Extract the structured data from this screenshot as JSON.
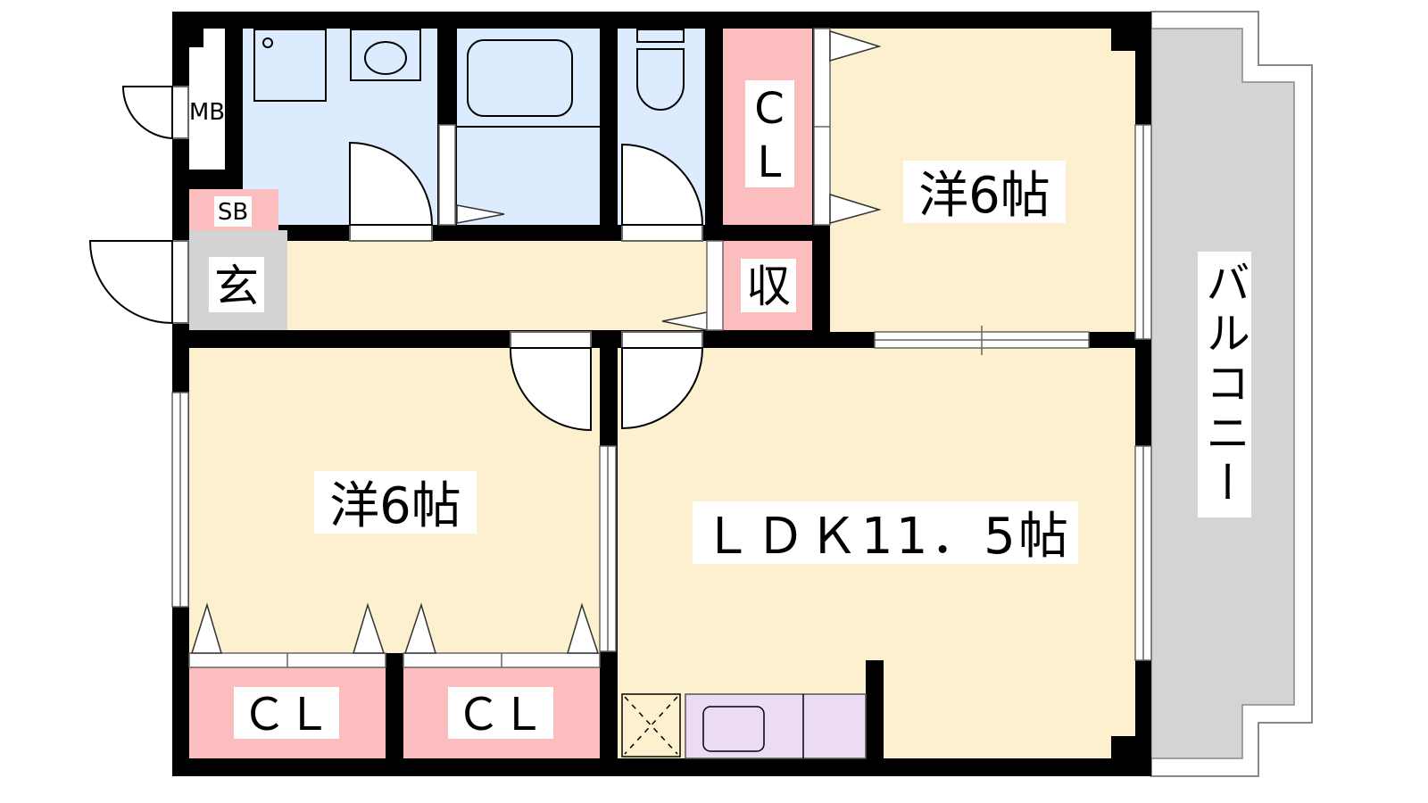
{
  "colors": {
    "wall": "#000000",
    "wet": "#dcebfd",
    "room": "#fdf0cf",
    "storage": "#fbbdbd",
    "entrance": "#d3d3d3",
    "kitchen": "#ebdcf3",
    "balcony": "#d4d4d4"
  },
  "labels": {
    "mb": "MB",
    "sb": "SB",
    "entrance": "玄",
    "storage": "収",
    "closet_top": "C",
    "closet_top2": "L",
    "bedroom_ne": "洋6帖",
    "bedroom_sw": "洋6帖",
    "ldk": "ＬＤＫ11．5帖",
    "closet_left": "ＣＬ",
    "closet_right": "ＣＬ",
    "balcony": "バルコニー"
  }
}
